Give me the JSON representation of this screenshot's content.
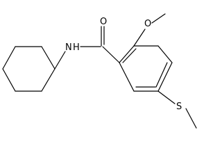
{
  "molecule": {
    "atoms": [
      {
        "id": "N",
        "label": "N"
      },
      {
        "id": "H",
        "label": "H"
      },
      {
        "id": "O1",
        "label": "O"
      },
      {
        "id": "O2",
        "label": "O"
      },
      {
        "id": "S",
        "label": "S"
      }
    ]
  }
}
